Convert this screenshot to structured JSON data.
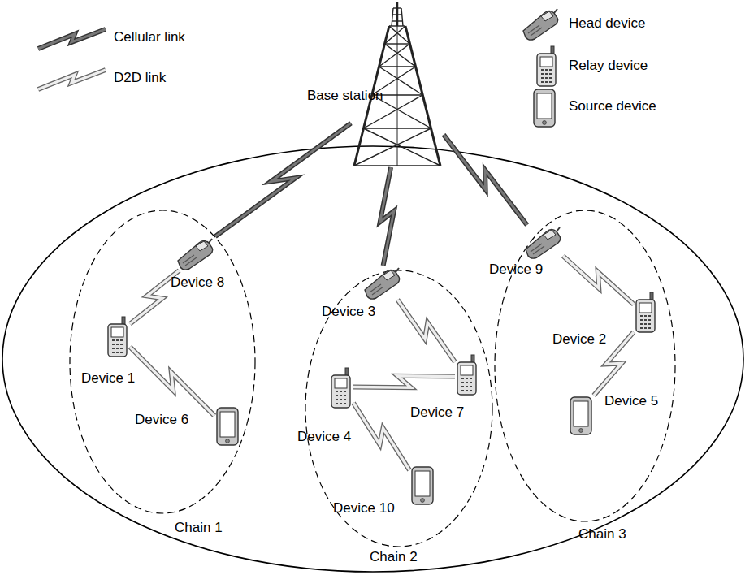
{
  "diagram": {
    "nodes": [
      {
        "text": [
          "Base station"
        ]
      },
      {
        "text": [
          "Chain 1"
        ]
      },
      {
        "text": [
          "Device 8"
        ],
        "in": 1
      },
      {
        "text": [
          "Device 1"
        ],
        "in": 1
      },
      {
        "text": [
          "Device 6"
        ],
        "in": 1
      },
      {
        "text": [
          "Chain 2"
        ]
      },
      {
        "text": [
          "Device 3"
        ],
        "in": 5
      },
      {
        "text": [
          "Device 7"
        ],
        "in": 5
      },
      {
        "text": [
          "Device 4"
        ],
        "in": 5
      },
      {
        "text": [
          "Device 10"
        ],
        "in": 5
      },
      {
        "text": [
          "Chain 3"
        ]
      },
      {
        "text": [
          "Device 9"
        ],
        "in": 10
      },
      {
        "text": [
          "Device 2"
        ],
        "in": 10
      },
      {
        "text": [
          "Device 5"
        ],
        "in": 10
      }
    ],
    "edges": [
      {
        "from": 0,
        "to": 2,
        "arrow": "none"
      },
      {
        "from": 0,
        "to": 6,
        "arrow": "none"
      },
      {
        "from": 0,
        "to": 11,
        "arrow": "none"
      },
      {
        "from": 2,
        "to": 3,
        "arrow": "none"
      },
      {
        "from": 3,
        "to": 4,
        "arrow": "none"
      },
      {
        "from": 6,
        "to": 7,
        "arrow": "none"
      },
      {
        "from": 7,
        "to": 8,
        "arrow": "none"
      },
      {
        "from": 8,
        "to": 9,
        "arrow": "none"
      },
      {
        "from": 11,
        "to": 12,
        "arrow": "none"
      },
      {
        "from": 12,
        "to": 13,
        "arrow": "none"
      }
    ],
    "legend": [
      {
        "text": "Cellular link"
      },
      {
        "text": "D2D link"
      },
      {
        "text": "Head device"
      },
      {
        "text": "Relay device"
      },
      {
        "text": "Source device"
      }
    ]
  }
}
